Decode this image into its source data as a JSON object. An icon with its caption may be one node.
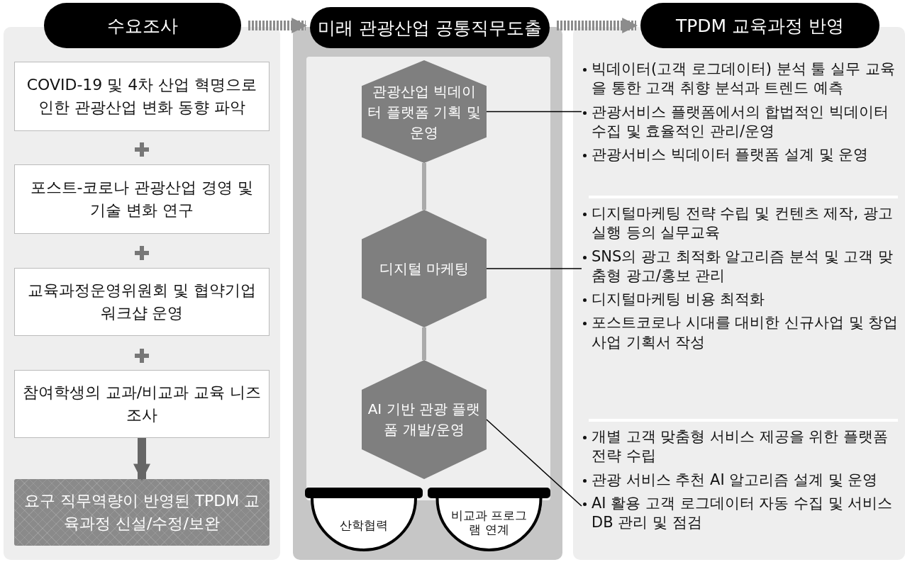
{
  "diagram": {
    "nodes": [
      {
        "text": [
          "수요조사"
        ]
      },
      {
        "text": [
          "미래 관광산업 공통직무도출"
        ]
      },
      {
        "text": [
          "TPDM 교육과정 반영"
        ]
      },
      {
        "text": [],
        "shape": "box"
      },
      {
        "text": [
          "COVID-19 및 4차 산업 혁명으로 인한 관광산업 변화 동향 파악"
        ],
        "in": 3
      },
      {
        "text": [
          "포스트-코로나 관광산업 경영 및 기술 변화 연구"
        ],
        "in": 3
      },
      {
        "text": [
          "교육과정운영위원회 및 협약기업 워크샵 운영"
        ],
        "in": 3
      },
      {
        "text": [
          "참여학생의 교과/비교과 교육 니즈 조사"
        ],
        "in": 3
      },
      {
        "text": [
          "요구 직무역량이 반영된 TPDM 교육과정 신설/수정/보완"
        ],
        "in": 3
      },
      {
        "text": [],
        "shape": "box"
      },
      {
        "text": [
          "관광산업 빅데이터 플랫폼 기획 및 운영"
        ],
        "in": 9
      },
      {
        "text": [
          "디지털 마케팅"
        ],
        "in": 9
      },
      {
        "text": [
          "AI 기반 관광 플랫폼 개발/운영"
        ],
        "in": 9
      },
      {
        "text": [
          "산학협력"
        ],
        "in": 9
      },
      {
        "text": [
          "비교과 프로그램 연계"
        ],
        "in": 9
      },
      {
        "text": [],
        "shape": "box"
      },
      {
        "text": [
          "빅데이터(고객 로그데이터) 분석 툴 실무 교육을 통한 고객 취향 분석과 트렌드 예측",
          "관광서비스 플랫폼에서의 합법적인 빅데이터 수집 및 효율적인 관리/운영",
          "관광서비스 빅데이터 플랫폼 설계 및 운영"
        ],
        "in": 15
      },
      {
        "text": [
          "디지털마케팅 전략 수립 및 컨텐츠 제작, 광고 실행 등의 실무교육",
          "SNS의 광고 최적화 알고리즘 분석 및 고객 맞춤형 광고/홍보 관리",
          "디지털마케팅 비용 최적화",
          "포스트코로나 시대를 대비한 신규사업 및 창업 사업 기획서 작성"
        ],
        "in": 15
      },
      {
        "text": [
          "개별 고객 맞춤형 서비스 제공을 위한 플랫폼 전략 수립",
          "관광 서비스 추천 AI 알고리즘 설계 및 운영",
          "AI 활용 고객 로그데이터 자동 수집 및 서비스 DB 관리 및 점검"
        ],
        "in": 15
      }
    ],
    "edges": [
      {
        "from": 0,
        "to": 1,
        "arrow": "to",
        "style": "dashed",
        "color": "#8c8c8c"
      },
      {
        "from": 1,
        "to": 2,
        "arrow": "to",
        "style": "dashed",
        "color": "#8c8c8c"
      },
      {
        "from": 7,
        "to": 8,
        "arrow": "to",
        "style": "thick",
        "color": "#666666"
      },
      {
        "from": 10,
        "to": 11,
        "arrow": "none",
        "color": "#aaaaaa"
      },
      {
        "from": 11,
        "to": 12,
        "arrow": "none",
        "color": "#aaaaaa"
      },
      {
        "from": 10,
        "to": 16,
        "arrow": "none"
      },
      {
        "from": 11,
        "to": 17,
        "arrow": "none"
      },
      {
        "from": 12,
        "to": 18,
        "arrow": "none"
      }
    ]
  }
}
